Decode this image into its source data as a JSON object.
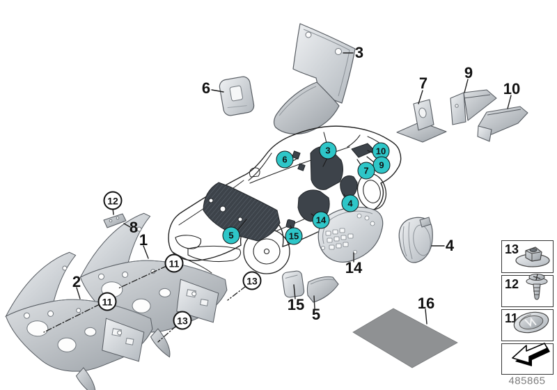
{
  "doc_number": "485865",
  "colors": {
    "callout_teal": "#2ec6c8",
    "sheet_gray": "#8f9193",
    "line_black": "#1c1c1c"
  },
  "labels": {
    "p1": "1",
    "p2": "2",
    "p3": "3",
    "p4": "4",
    "p5": "5",
    "p6": "6",
    "p7": "7",
    "p8": "8",
    "p9": "9",
    "p10": "10",
    "p11": "11",
    "p12": "12",
    "p13": "13",
    "p14": "14",
    "p15": "15",
    "p16": "16"
  },
  "legend": {
    "rows": [
      {
        "label": "13",
        "icon": "flanged-nut-icon"
      },
      {
        "label": "12",
        "icon": "expansion-rivet-icon"
      },
      {
        "label": "11",
        "icon": "grommet-icon"
      },
      {
        "label": "",
        "icon": "direction-arrow-icon"
      }
    ]
  }
}
